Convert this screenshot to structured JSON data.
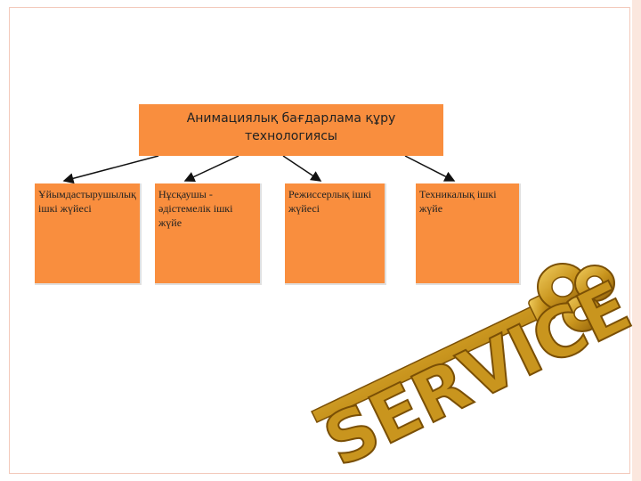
{
  "diagram": {
    "root": {
      "line1": "Анимациялық бағдарлама құру",
      "line2": "технологиясы"
    },
    "children": [
      {
        "label": "Ұйымдастырушылық ішкі жүйесі"
      },
      {
        "label": "Нұсқаушы - әдістемелік ішкі жүйе"
      },
      {
        "label": "Режиссерлық ішкі жүйесі"
      },
      {
        "label": "Техникалық ішкі жүйе"
      }
    ]
  },
  "image": {
    "key_text": "SERVICE"
  },
  "colors": {
    "box_fill": "#f98e3e",
    "frame_border": "#f3c9bb",
    "key_gold": "#c9951e"
  }
}
